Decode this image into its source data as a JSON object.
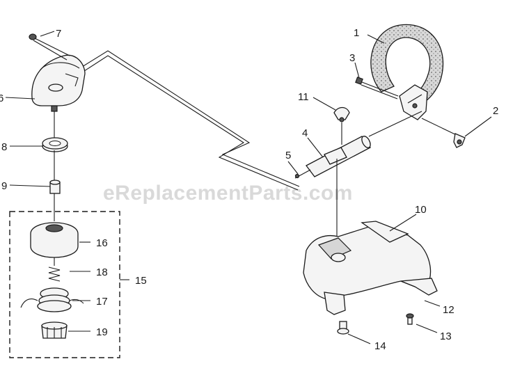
{
  "watermark": "eReplacementParts.com",
  "callouts": {
    "c1": "1",
    "c2": "2",
    "c3": "3",
    "c4": "4",
    "c5": "5",
    "c6": "6",
    "c7": "7",
    "c8": "8",
    "c9": "9",
    "c10": "10",
    "c11": "11",
    "c12": "12",
    "c13": "13",
    "c14": "14",
    "c15": "15",
    "c16": "16",
    "c17": "17",
    "c18": "18",
    "c19": "19"
  },
  "colors": {
    "ink": "#1a1a1a",
    "watermark": "#d9d9d9",
    "background": "#ffffff"
  }
}
